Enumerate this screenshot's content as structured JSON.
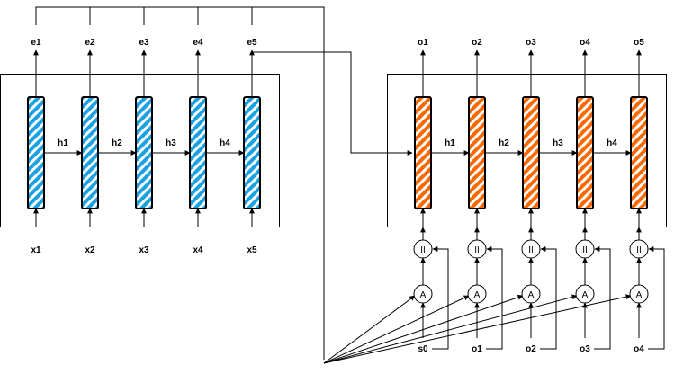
{
  "encoder": {
    "outputs": [
      "e1",
      "e2",
      "e3",
      "e4",
      "e5"
    ],
    "hidden": [
      "h1",
      "h2",
      "h3",
      "h4"
    ],
    "inputs": [
      "x1",
      "x2",
      "x3",
      "x4",
      "x5"
    ],
    "cell_color": "#1ba1e2"
  },
  "decoder": {
    "outputs": [
      "o1",
      "o2",
      "o3",
      "o4",
      "o5"
    ],
    "hidden": [
      "h1",
      "h2",
      "h3",
      "h4"
    ],
    "inputs": [
      "s0",
      "o1",
      "o2",
      "o3",
      "o4"
    ],
    "concat_symbol": "II",
    "attention_symbol": "A",
    "cell_color": "#fa6800"
  }
}
